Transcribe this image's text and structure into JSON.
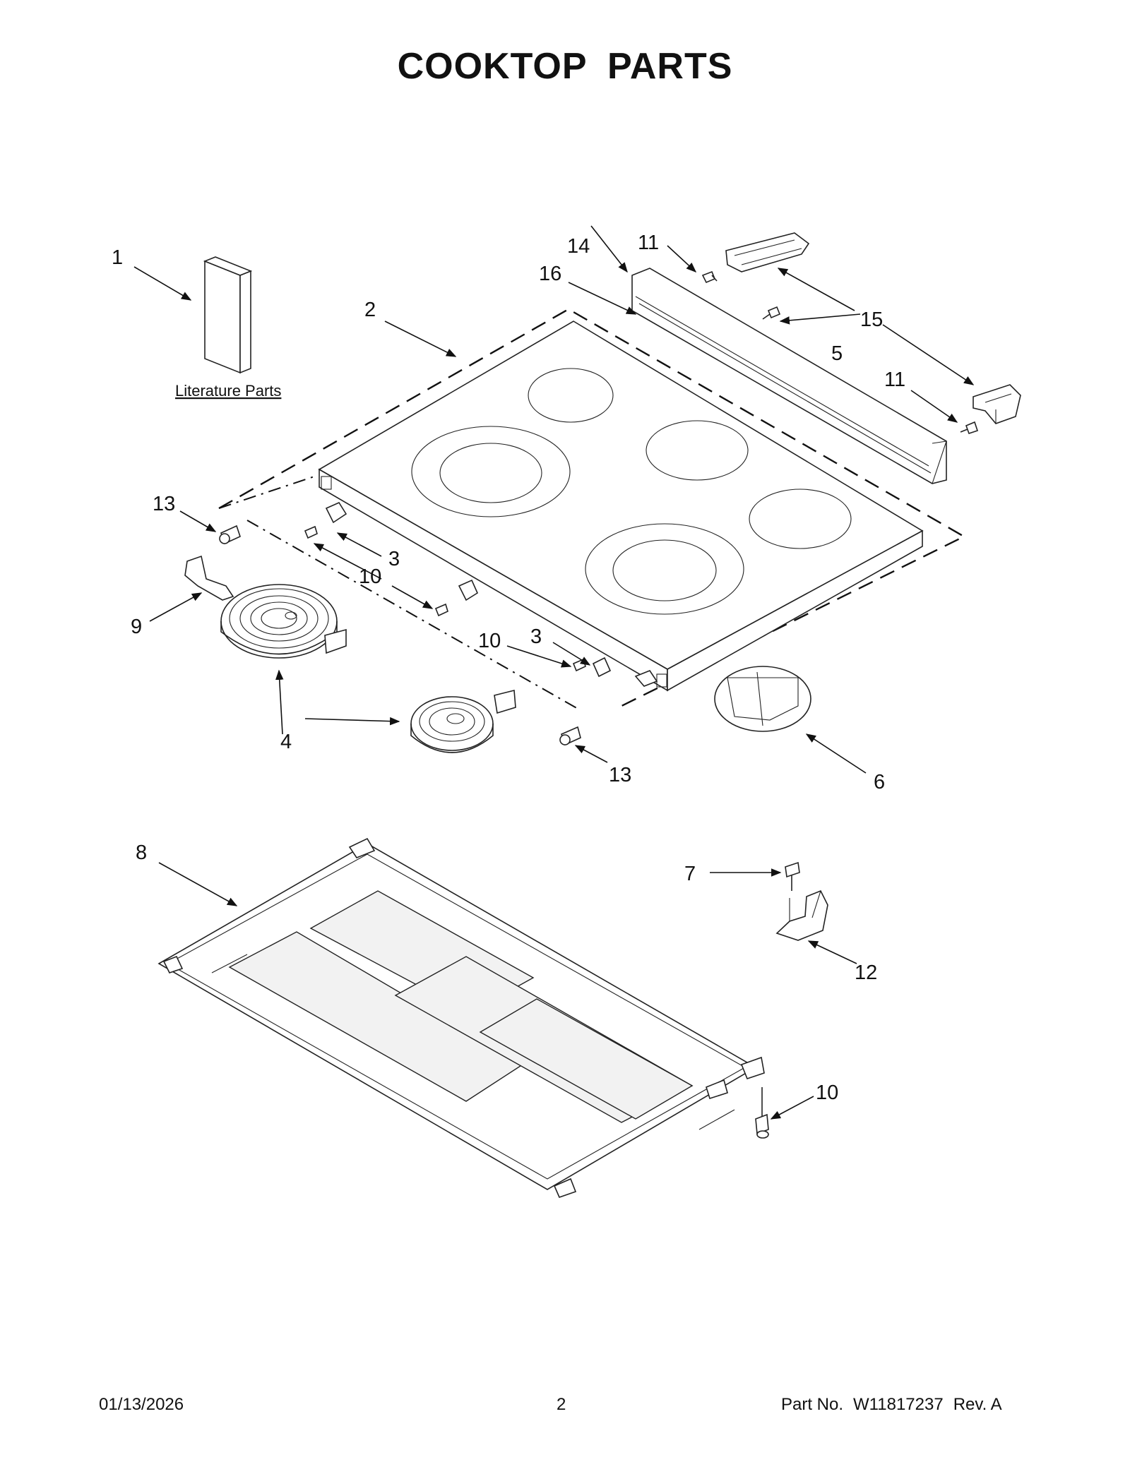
{
  "title": "COOKTOP PARTS",
  "literature_label": "Literature Parts",
  "callouts": {
    "c1": "1",
    "c2": "2",
    "c3a": "3",
    "c3b": "3",
    "c4a": "4",
    "c5": "5",
    "c6": "6",
    "c7": "7",
    "c8": "8",
    "c9": "9",
    "c10a": "10",
    "c10b": "10",
    "c10c": "10",
    "c11a": "11",
    "c11b": "11",
    "c12": "12",
    "c13a": "13",
    "c13b": "13",
    "c14": "14",
    "c15": "15",
    "c16": "16"
  },
  "footer": {
    "date": "01/13/2026",
    "page": "2",
    "part_label": "Part No.",
    "part_number": "W11817237",
    "rev": "Rev.  A"
  }
}
